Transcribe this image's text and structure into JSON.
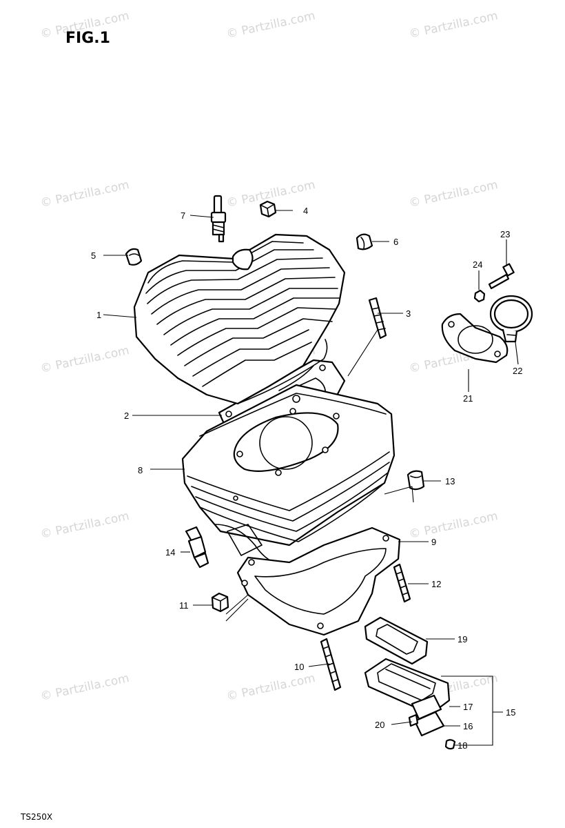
{
  "figure_title": "FIG.1",
  "model_code": "TS250X",
  "watermark_text": "© Partzilla.com",
  "callouts": [
    "1",
    "2",
    "3",
    "4",
    "5",
    "6",
    "7",
    "8",
    "9",
    "10",
    "11",
    "12",
    "13",
    "14",
    "15",
    "16",
    "17",
    "18",
    "19",
    "20",
    "21",
    "22",
    "23",
    "24"
  ],
  "colors": {
    "line": "#000000",
    "background": "#ffffff",
    "watermark": "#d6d6d6"
  }
}
